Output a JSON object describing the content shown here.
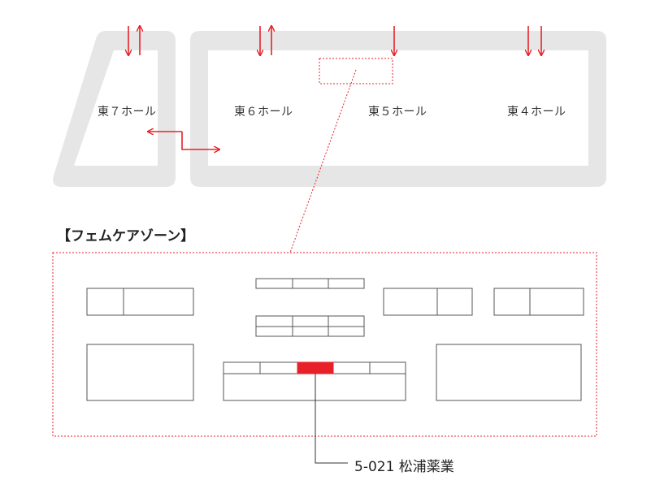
{
  "halls": {
    "east7": "東７ホール",
    "east6": "東６ホール",
    "east5": "東５ホール",
    "east4": "東４ホール"
  },
  "zone": {
    "title": "【フェムケアゾーン】"
  },
  "exhibitor": {
    "label": "5-021 松浦薬業"
  },
  "colors": {
    "hall_outline": "#e6e6e6",
    "accent": "#e8202a",
    "booth_border": "#555555"
  },
  "icons": {
    "entry_arrow": "red-down-arrow-icon",
    "two_way_arrow": "red-up-down-arrow-icon",
    "connector_arrow": "red-left-right-arrow-icon"
  }
}
